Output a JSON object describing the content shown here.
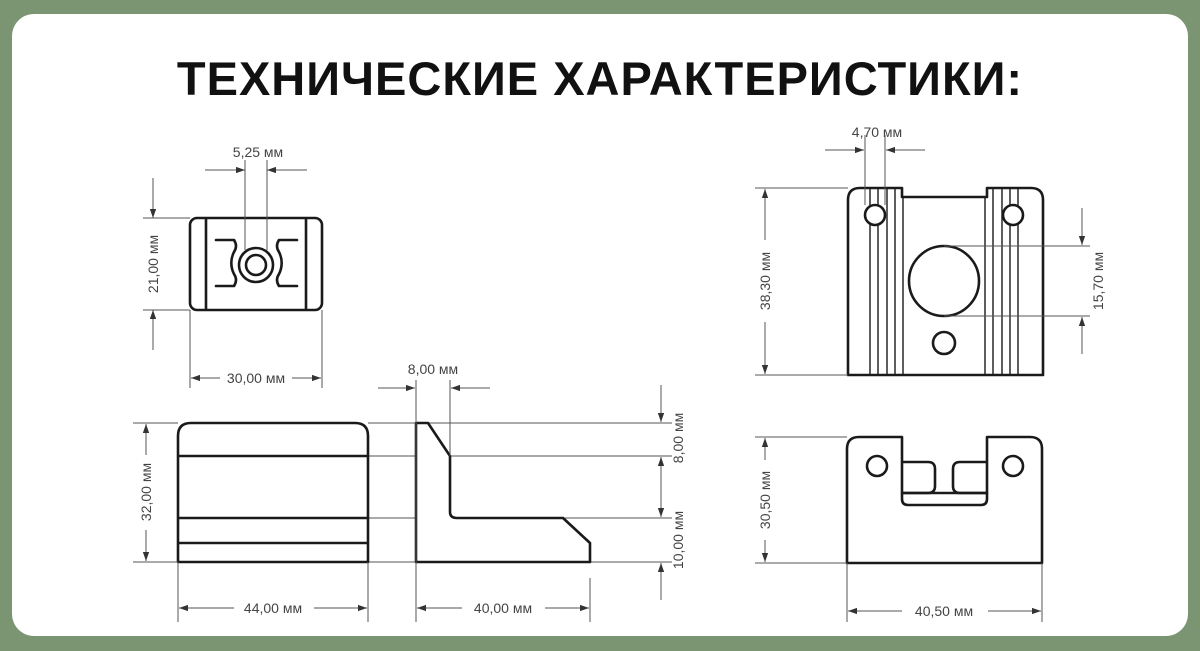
{
  "title": "ТЕХНИЧЕСКИЕ ХАРАКТЕРИСТИКИ:",
  "top_view": {
    "slot_width": "5,25 мм",
    "height": "21,00 мм",
    "width": "30,00 мм"
  },
  "front_view": {
    "height": "32,00 мм",
    "width": "44,00 мм"
  },
  "side_view": {
    "wall": "8,00 мм",
    "top_step": "8,00 мм",
    "base": "10,00 мм",
    "depth": "40,00 мм"
  },
  "back_view": {
    "rib": "4,70 мм",
    "height": "38,30 мм",
    "hole": "15,70 мм"
  },
  "bottom_view": {
    "height": "30,50 мм",
    "width": "40,50 мм"
  }
}
